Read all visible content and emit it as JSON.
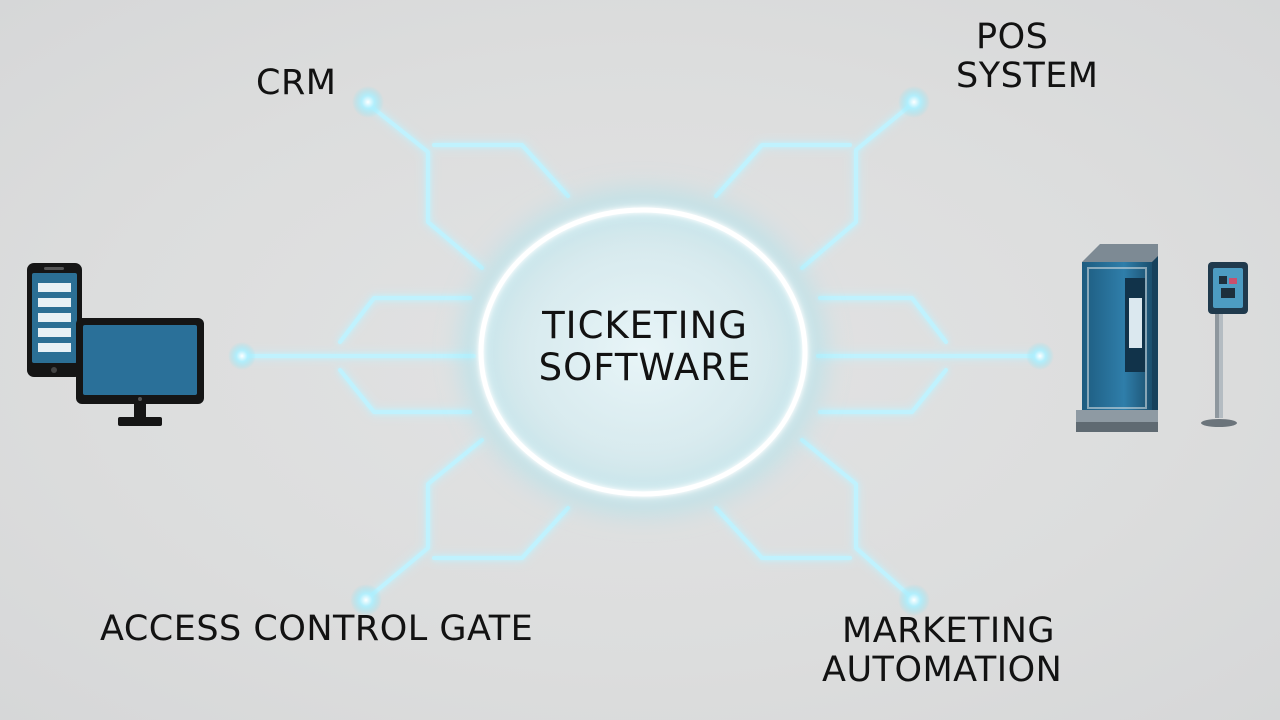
{
  "center": {
    "line1": "TICKETING",
    "line2": "SOFTWARE"
  },
  "nodes": {
    "crm": "CRM",
    "pos": {
      "line1": "POS",
      "line2": "SYSTEM"
    },
    "access": "ACCESS CONTROL GATE",
    "marketing": {
      "line1": "MARKETING",
      "line2": "AUTOMATION"
    }
  },
  "colors": {
    "background": "#dcdddd",
    "glow": "#8fe3f2",
    "line": "#ffffff",
    "device_blue": "#2a6f96",
    "device_dark": "#1a1a1a"
  },
  "icons": [
    "smartphone-icon",
    "desktop-monitor-icon",
    "kiosk-icon",
    "payment-terminal-icon"
  ]
}
